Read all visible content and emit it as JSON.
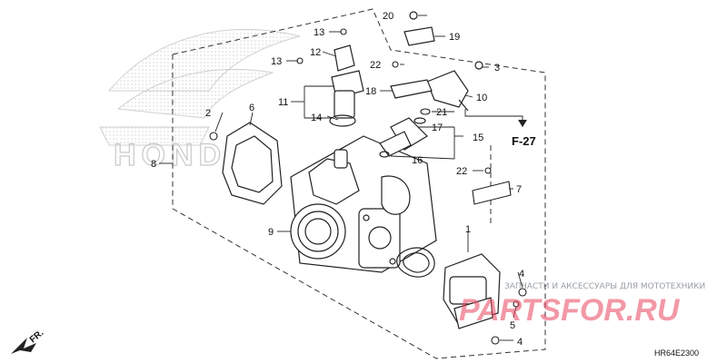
{
  "diagram": {
    "brand_word": "HONDA",
    "ref_label": "F-27",
    "diagram_code": "HR64E2300",
    "fr_label": "FR.",
    "callouts": [
      "1",
      "2",
      "3",
      "4",
      "4",
      "5",
      "6",
      "7",
      "8",
      "9",
      "10",
      "11",
      "12",
      "13",
      "13",
      "14",
      "15",
      "16",
      "17",
      "18",
      "19",
      "20",
      "21",
      "22",
      "22"
    ],
    "watermark": {
      "text": "ЗАПЧАСТИ И АКСЕССУАРЫ ДЛЯ МОТОТЕХНИКИ",
      "logo": "PARTSFOR.RU"
    },
    "colors": {
      "line": "#222222",
      "watermark_logo": "#e8455f",
      "watermark_text": "#9aa0a6",
      "honda_outline": "#c9c9c9"
    }
  }
}
